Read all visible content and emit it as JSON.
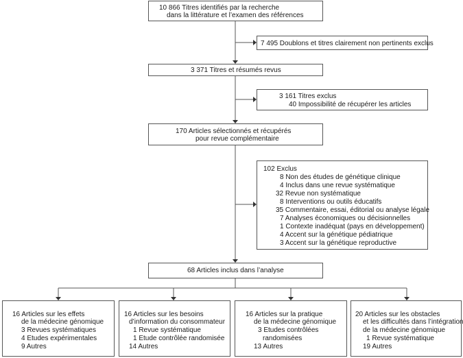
{
  "box1": {
    "line1": "10 866 Titres identifiés par la recherche",
    "line2": "dans la littérature et l’examen des références"
  },
  "box2": {
    "line1": "7 495 Doublons et titres clairement non pertinents exclus"
  },
  "box3": {
    "line1": "3 371 Titres et résumés revus"
  },
  "box4": {
    "line1": "3 161 Titres exclus",
    "line2": "40 Impossibilité de récupérer les articles"
  },
  "box5": {
    "line1": "170 Articles sélectionnés et récupérés",
    "line2": "pour revue complémentaire"
  },
  "box6": {
    "header": "102 Exclus",
    "items": [
      "8 Non des études de génétique clinique",
      "4 Inclus dans une revue systématique",
      "32 Revue non systématique",
      "8 Interventions ou outils éducatifs",
      "35 Commentaire, essai, éditorial ou analyse légale",
      "7 Analyses économiques ou décisionnelles",
      "1 Contexte inadéquat (pays en développement)",
      "4 Accent sur la génétique pédiatrique",
      "3 Accent sur la génétique reproductive"
    ]
  },
  "box7": {
    "line1": "68 Articles inclus dans l’analyse"
  },
  "bottom": [
    {
      "lines": [
        "16 Articles sur les effets",
        "de la médecine génomique",
        "3 Revues systématiques",
        "4 Etudes expérimentales",
        "9 Autres"
      ]
    },
    {
      "lines": [
        "16 Articles sur les besoins",
        "d’information du consommateur",
        "1 Revue systématique",
        "1 Etude contrôlée randomisée",
        "14 Autres"
      ]
    },
    {
      "lines": [
        "16 Articles sur la pratique",
        "de la médecine génomique",
        "3 Etudes contrôlées",
        "randomisées",
        "13 Autres"
      ]
    },
    {
      "lines": [
        "20 Articles sur les obstacles",
        "et les difficultés dans l’intégration",
        "de la médecine génomique",
        "1 Revue systématique",
        "19 Autres"
      ]
    }
  ]
}
